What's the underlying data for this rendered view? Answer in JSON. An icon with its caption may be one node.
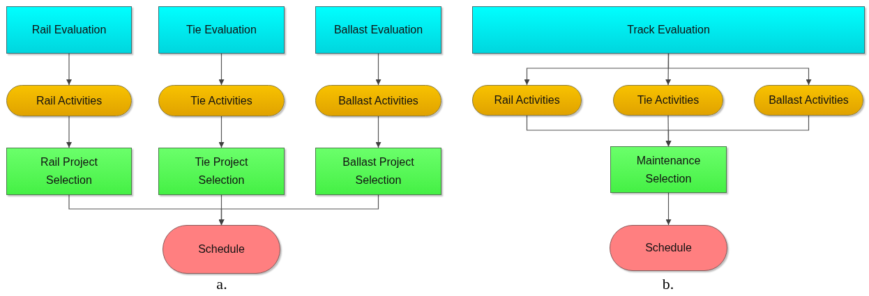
{
  "diagram": {
    "nodes": [
      {
        "text": [
          "Rail Evaluation"
        ]
      },
      {
        "text": [
          "Tie Evaluation"
        ]
      },
      {
        "text": [
          "Ballast Evaluation"
        ]
      },
      {
        "text": [
          "Rail Activities"
        ]
      },
      {
        "text": [
          "Tie Activities"
        ]
      },
      {
        "text": [
          "Ballast Activities"
        ]
      },
      {
        "text": [
          "Rail Project Selection"
        ]
      },
      {
        "text": [
          "Tie Project Selection"
        ]
      },
      {
        "text": [
          "Ballast Project Selection"
        ]
      },
      {
        "text": [
          "Schedule"
        ]
      },
      {
        "text": [
          "Track Evaluation"
        ]
      },
      {
        "text": [
          "Rail Activities"
        ]
      },
      {
        "text": [
          "Tie Activities"
        ]
      },
      {
        "text": [
          "Ballast Activities"
        ]
      },
      {
        "text": [
          "Maintenance Selection"
        ]
      },
      {
        "text": [
          "Schedule"
        ]
      }
    ],
    "edges": [
      {
        "from": 0,
        "to": 3,
        "arrow": "to"
      },
      {
        "from": 1,
        "to": 4,
        "arrow": "to"
      },
      {
        "from": 2,
        "to": 5,
        "arrow": "to"
      },
      {
        "from": 3,
        "to": 6,
        "arrow": "to"
      },
      {
        "from": 4,
        "to": 7,
        "arrow": "to"
      },
      {
        "from": 5,
        "to": 8,
        "arrow": "to"
      },
      {
        "from": 6,
        "to": 9,
        "arrow": "to"
      },
      {
        "from": 7,
        "to": 9,
        "arrow": "to"
      },
      {
        "from": 8,
        "to": 9,
        "arrow": "to"
      },
      {
        "from": 10,
        "to": 11,
        "arrow": "to"
      },
      {
        "from": 10,
        "to": 12,
        "arrow": "to"
      },
      {
        "from": 10,
        "to": 13,
        "arrow": "to"
      },
      {
        "from": 11,
        "to": 14,
        "arrow": "to"
      },
      {
        "from": 12,
        "to": 14,
        "arrow": "to"
      },
      {
        "from": 13,
        "to": 14,
        "arrow": "to"
      },
      {
        "from": 14,
        "to": 15,
        "arrow": "to"
      }
    ],
    "labels": [
      "a.",
      "b."
    ]
  }
}
